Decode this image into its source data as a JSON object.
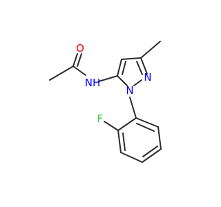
{
  "molecule": {
    "atoms": {
      "oxygen": {
        "symbol": "O",
        "color": "#ff0000"
      },
      "amide_nh": {
        "symbol": "NH",
        "color": "#0000ff"
      },
      "pyrazole_n1": {
        "symbol": "N",
        "color": "#0000ff"
      },
      "pyrazole_n2": {
        "symbol": "N",
        "color": "#0000ff"
      },
      "fluorine": {
        "symbol": "F",
        "color": "#33cc33"
      }
    },
    "bond_color": "#2b2b2b"
  }
}
